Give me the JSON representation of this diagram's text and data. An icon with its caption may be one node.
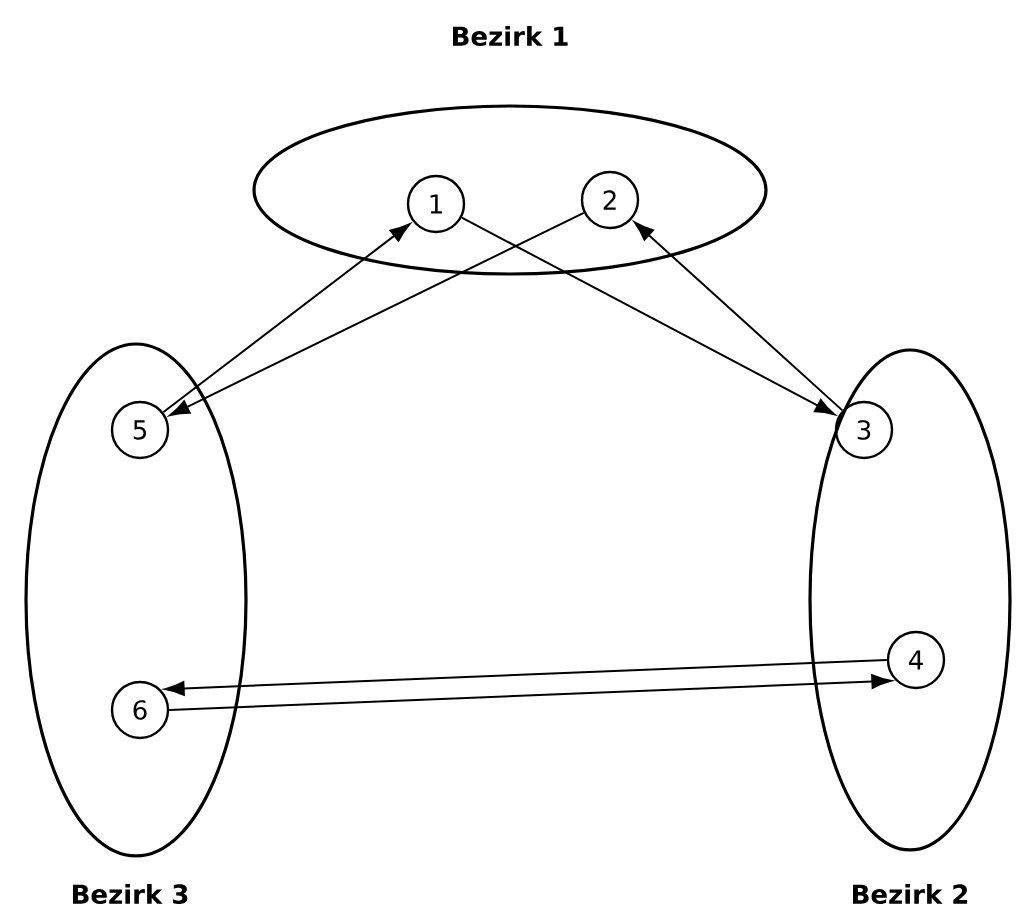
{
  "diagram": {
    "nodes": [
      {
        "text": [
          "Bezirk 1"
        ]
      },
      {
        "text": [
          "1"
        ],
        "in": 0
      },
      {
        "text": [
          "2"
        ],
        "in": 0
      },
      {
        "text": [
          "Bezirk 3"
        ]
      },
      {
        "text": [
          "5"
        ],
        "in": 3
      },
      {
        "text": [
          "6"
        ],
        "in": 3
      },
      {
        "text": [
          "Bezirk 2"
        ]
      },
      {
        "text": [
          "3"
        ],
        "in": 6
      },
      {
        "text": [
          "4"
        ],
        "in": 6
      }
    ],
    "edges": [
      {
        "from": 4,
        "to": 1,
        "arrow": "to"
      },
      {
        "from": 2,
        "to": 4,
        "arrow": "to"
      },
      {
        "from": 1,
        "to": 7,
        "arrow": "to"
      },
      {
        "from": 7,
        "to": 2,
        "arrow": "to"
      },
      {
        "from": 8,
        "to": 5,
        "arrow": "to"
      },
      {
        "from": 5,
        "to": 8,
        "arrow": "to"
      }
    ]
  }
}
